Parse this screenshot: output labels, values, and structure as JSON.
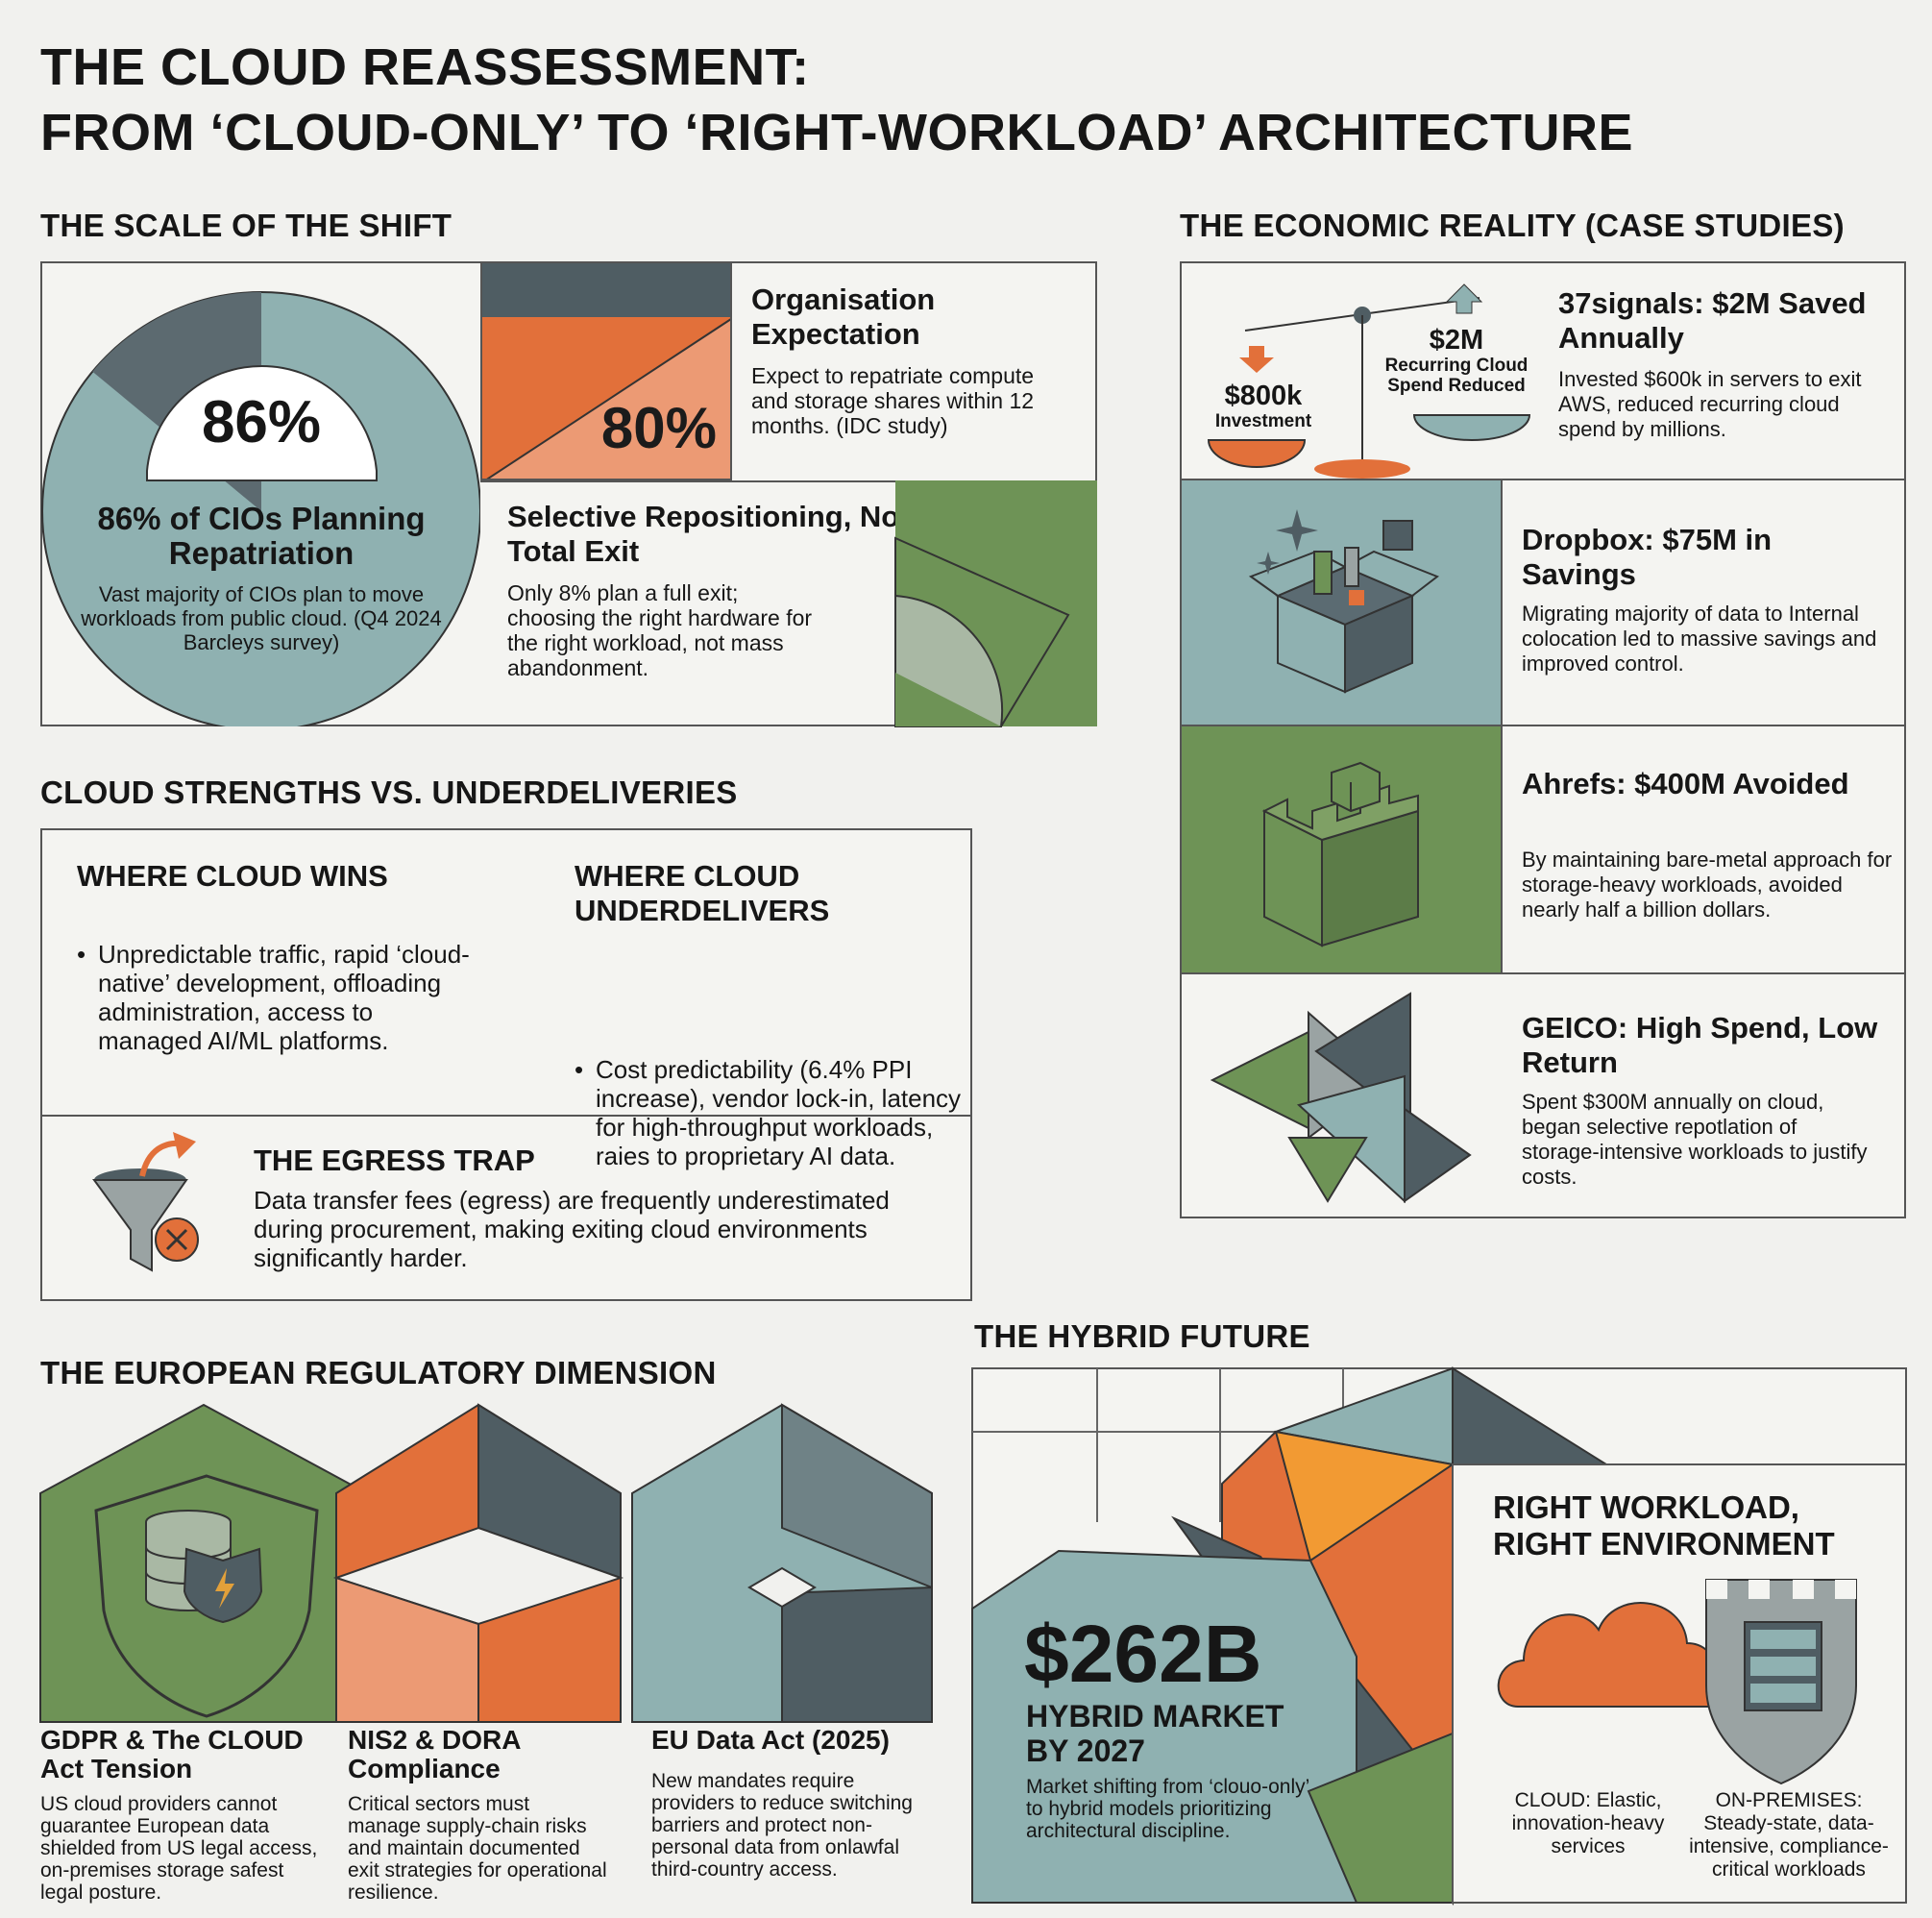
{
  "title": {
    "line1": "THE CLOUD REASSESSMENT:",
    "line2": "FROM ‘CLOUD-ONLY’ TO ‘RIGHT-WORKLOAD’ ARCHITECTURE"
  },
  "scale": {
    "heading": "THE SCALE OF THE SHIFT",
    "cio_value": "86%",
    "cio_fraction": 0.86,
    "cio_title": "86% of CIOs Planning Repatriation",
    "cio_desc": "Vast majority of CIOs plan to move workloads from public cloud. (Q4 2024 Barcleys survey)",
    "org_value": "80%",
    "org_title": "Organisation Expectation",
    "org_desc": "Expect to repatriate compute and storage shares within 12 months. (IDC study)",
    "sel_title": "Selective Repositioning, Not Total Exit",
    "sel_desc": "Only 8% plan a full exit; choosing the right hardware for the right workload, not mass abandonment."
  },
  "strengths": {
    "heading": "CLOUD STRENGTHS VS. UNDERDELIVERIES",
    "wins_title": "WHERE CLOUD WINS",
    "wins_text": "Unpredictable traffic, rapid ‘cloud-native’ development, offloading administration, access to managed AI/ML platforms.",
    "under_title": "WHERE CLOUD UNDERDELIVERS",
    "under_text": "Cost predictability (6.4% PPI increase), vendor lock-in, latency for high-throughput workloads, raies to proprietary AI data.",
    "egress_title": "THE EGRESS TRAP",
    "egress_text": "Data transfer fees (egress) are frequently underestimated during procurement, making exiting cloud environments significantly harder."
  },
  "economic": {
    "heading": "THE ECONOMIC REALITY (CASE STUDIES)",
    "scale_left_value": "$800k",
    "scale_left_label": "Investment",
    "scale_right_value": "$2M",
    "scale_right_label": "Recurring Cloud Spend Reduced",
    "cases": [
      {
        "title": "37signals: $2M Saved Annually",
        "desc": "Invested $600k in servers to exit AWS, reduced recurring cloud spend by millions."
      },
      {
        "title": "Dropbox: $75M in Savings",
        "desc": "Migrating majority of data to Internal colocation led to massive savings and improved control."
      },
      {
        "title": "Ahrefs: $400M Avoided",
        "desc": "By maintaining bare-metal approach for storage-heavy workloads, avoided nearly half a billion dollars."
      },
      {
        "title": "GEICO: High Spend, Low Return",
        "desc": "Spent $300M annually on cloud, began selective repotlation of storage-intensive workloads to justify costs."
      }
    ]
  },
  "regulatory": {
    "heading": "THE EUROPEAN REGULATORY DIMENSION",
    "items": [
      {
        "title": "GDPR & The CLOUD Act Tension",
        "desc": "US cloud providers cannot guarantee European data shielded from US legal access, on-premises storage safest legal posture."
      },
      {
        "title": "NIS2 & DORA Compliance",
        "desc": "Critical sectors must manage supply-chain risks and maintain documented exit strategies for operational resilience."
      },
      {
        "title": "EU Data Act (2025)",
        "desc": "New mandates require providers to reduce switching barriers and protect non-personal data from onlawfal third-country access."
      }
    ]
  },
  "hybrid": {
    "heading": "THE HYBRID FUTURE",
    "market_value": "$262B",
    "market_label": "HYBRID MARKET BY 2027",
    "market_desc": "Market shifting from ‘clouo-only’ to hybrid models prioritizing architectural discipline.",
    "right_title": "RIGHT WORKLOAD, RIGHT ENVIRONMENT",
    "cloud_label": "CLOUD: Elastic, innovation-heavy services",
    "onprem_label": "ON-PREMISES: Steady-state, data-intensive, compliance-critical workloads"
  },
  "colors": {
    "teal": "#8fb1b1",
    "slate": "#4f5d63",
    "orange": "#e2703a",
    "peach": "#ec9a74",
    "green": "#6e9356",
    "sage": "#a9b8a4",
    "amber": "#f29a33"
  },
  "icons": [
    "balance-scale-icon",
    "open-box-icon",
    "castle-tower-icon",
    "interlocking-triangles-icon",
    "funnel-icon",
    "database-shield-icon",
    "cloud-icon",
    "server-rack-icon"
  ]
}
